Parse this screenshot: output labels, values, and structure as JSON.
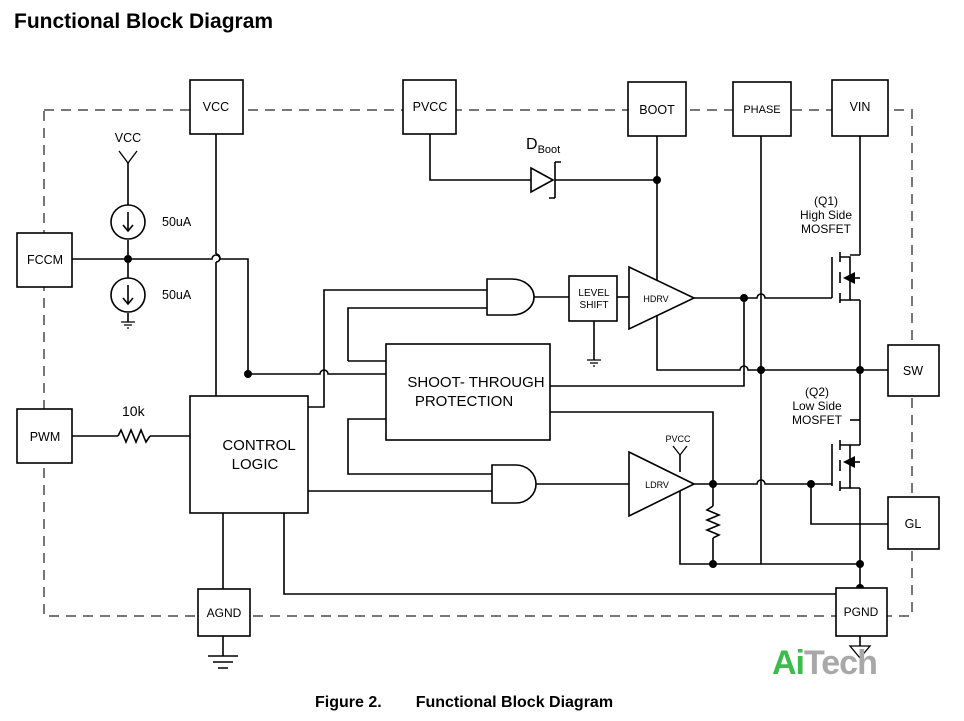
{
  "title": "Functional Block Diagram",
  "caption": {
    "number": "Figure 2.",
    "text": "Functional Block Diagram"
  },
  "watermark": {
    "part1": "Ai",
    "part2": "Tech",
    "color1": "#3dbb4c",
    "color2": "#a8a8a8"
  },
  "pins": {
    "vcc": "VCC",
    "pvcc": "PVCC",
    "boot": "BOOT",
    "phase": "PHASE",
    "vin": "VIN",
    "fccm": "FCCM",
    "pwm": "PWM",
    "sw": "SW",
    "gl": "GL",
    "agnd": "AGND",
    "pgnd": "PGND"
  },
  "labels": {
    "vcc_supply": "VCC",
    "current_source_top": "50uA",
    "current_source_bottom": "50uA",
    "resistor": "10k",
    "dboot_main": "D",
    "dboot_sub": "Boot",
    "level_shift_1": "LEVEL",
    "level_shift_2": "SHIFT",
    "hdrv": "HDRV",
    "ldrv": "LDRV",
    "pvcc_supply": "PVCC",
    "control_logic_1": "CONTROL",
    "control_logic_2": "LOGIC",
    "shoot_1": "SHOOT- THROUGH",
    "shoot_2": "PROTECTION",
    "q1_1": "(Q1)",
    "q1_2": "High Side",
    "q1_3": "MOSFET",
    "q2_1": "(Q2)",
    "q2_2": "Low Side",
    "q2_3": "MOSFET"
  }
}
